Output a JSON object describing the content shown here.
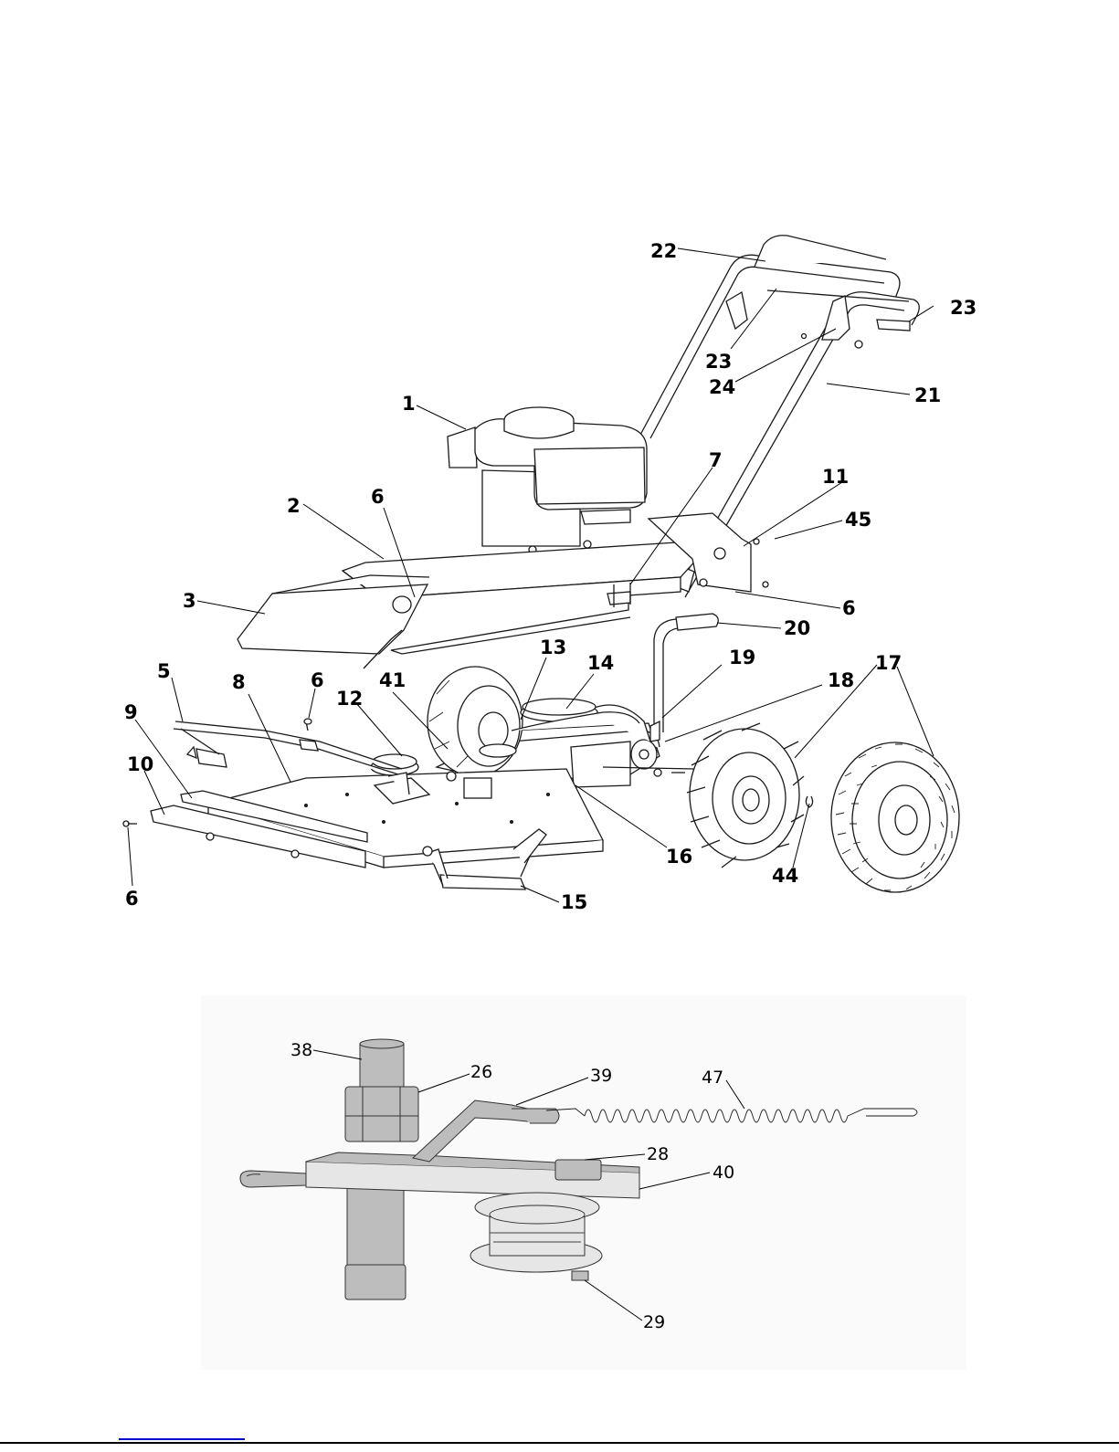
{
  "main_diagram": {
    "callouts": [
      {
        "id": "c22",
        "label": "22"
      },
      {
        "id": "c23a",
        "label": "23"
      },
      {
        "id": "c23b",
        "label": "23"
      },
      {
        "id": "c24",
        "label": "24"
      },
      {
        "id": "c21",
        "label": "21"
      },
      {
        "id": "c1",
        "label": "1"
      },
      {
        "id": "c7",
        "label": "7"
      },
      {
        "id": "c11",
        "label": "11"
      },
      {
        "id": "c2",
        "label": "2"
      },
      {
        "id": "c6a",
        "label": "6"
      },
      {
        "id": "c45",
        "label": "45"
      },
      {
        "id": "c3",
        "label": "3"
      },
      {
        "id": "c6b",
        "label": "6"
      },
      {
        "id": "c20",
        "label": "20"
      },
      {
        "id": "c13",
        "label": "13"
      },
      {
        "id": "c14",
        "label": "14"
      },
      {
        "id": "c19",
        "label": "19"
      },
      {
        "id": "c18",
        "label": "18"
      },
      {
        "id": "c17",
        "label": "17"
      },
      {
        "id": "c5",
        "label": "5"
      },
      {
        "id": "c8",
        "label": "8"
      },
      {
        "id": "c6c",
        "label": "6"
      },
      {
        "id": "c41",
        "label": "41"
      },
      {
        "id": "c12",
        "label": "12"
      },
      {
        "id": "c9",
        "label": "9"
      },
      {
        "id": "c10",
        "label": "10"
      },
      {
        "id": "c16",
        "label": "16"
      },
      {
        "id": "c44",
        "label": "44"
      },
      {
        "id": "c6d",
        "label": "6"
      },
      {
        "id": "c15",
        "label": "15"
      }
    ]
  },
  "detail_diagram": {
    "callouts": [
      {
        "id": "d38",
        "label": "38"
      },
      {
        "id": "d26",
        "label": "26"
      },
      {
        "id": "d39",
        "label": "39"
      },
      {
        "id": "d47",
        "label": "47"
      },
      {
        "id": "d28",
        "label": "28"
      },
      {
        "id": "d40",
        "label": "40"
      },
      {
        "id": "d29",
        "label": "29"
      }
    ]
  }
}
